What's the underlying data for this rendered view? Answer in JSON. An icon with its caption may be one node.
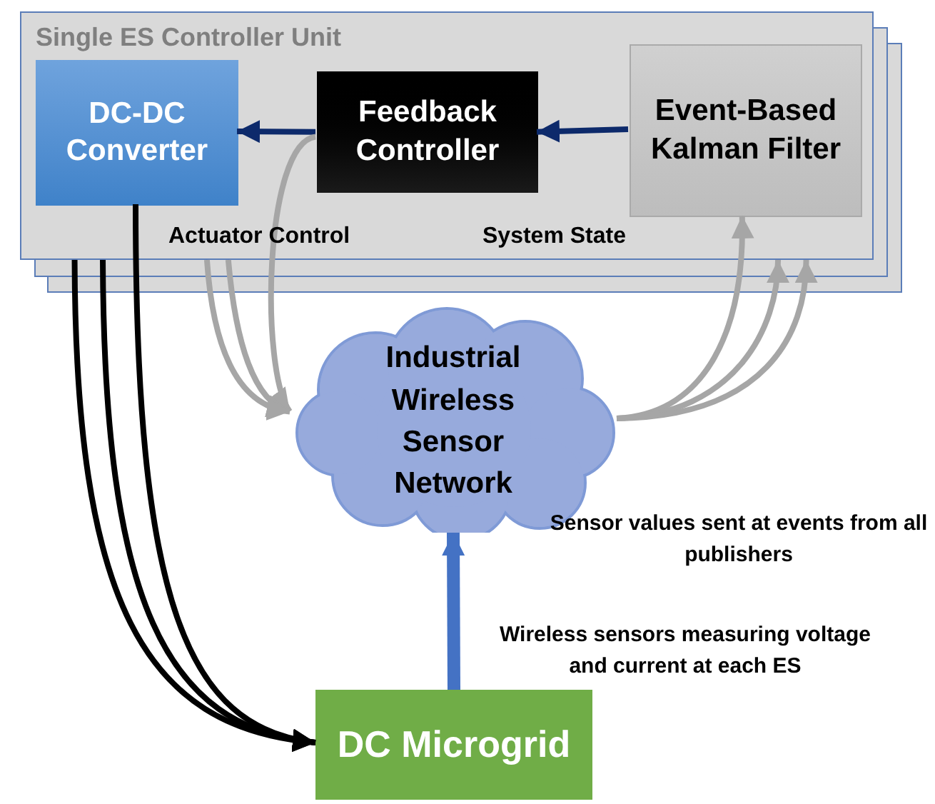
{
  "diagram": {
    "nodes": [
      {
        "text": [
          "Single ES Controller Unit"
        ]
      },
      {
        "text": [
          "DC-DC Converter"
        ],
        "in": 0
      },
      {
        "text": [
          "Feedback Controller"
        ],
        "in": 0
      },
      {
        "text": [
          "Event-Based Kalman Filter"
        ],
        "in": 0
      },
      {
        "text": [
          "Industrial Wireless Sensor Network"
        ]
      },
      {
        "text": [
          "DC Microgrid"
        ]
      }
    ],
    "edges": [
      {
        "from": 2,
        "to": 1,
        "arrow": "to",
        "color": "#0d2a6b"
      },
      {
        "from": 3,
        "to": 2,
        "arrow": "to",
        "color": "#0d2a6b"
      },
      {
        "from": 2,
        "to": 4,
        "arrow": "to"
      },
      {
        "from": 0,
        "to": 4,
        "arrow": "to"
      },
      {
        "from": 0,
        "to": 4,
        "arrow": "to"
      },
      {
        "from": 4,
        "to": 3,
        "arrow": "to"
      },
      {
        "from": 4,
        "to": 0,
        "arrow": "to"
      },
      {
        "from": 4,
        "to": 0,
        "arrow": "to"
      },
      {
        "from": 1,
        "to": 5,
        "arrow": "to",
        "color": "#000000"
      },
      {
        "from": 0,
        "to": 5,
        "arrow": "to",
        "color": "#000000"
      },
      {
        "from": 0,
        "to": 5,
        "arrow": "to",
        "color": "#000000"
      },
      {
        "from": 5,
        "to": 4,
        "arrow": "to",
        "style": "thick",
        "color": "#4472c4"
      }
    ],
    "labels": [
      "Actuator Control",
      "System State",
      "Sensor values sent at events from all publishers",
      "Wireless sensors measuring voltage and current at each ES"
    ]
  }
}
